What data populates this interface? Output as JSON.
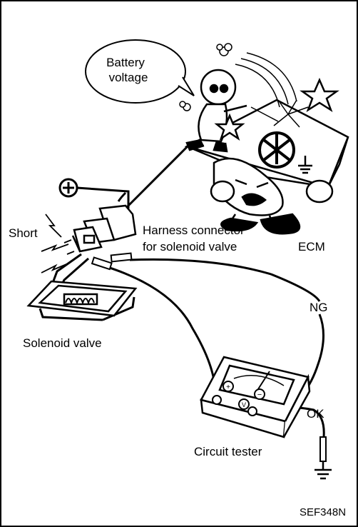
{
  "labels": {
    "speech_line1": "Battery",
    "speech_line2": "voltage",
    "short": "Short",
    "harness_line1": "Harness connector",
    "harness_line2": "for solenoid valve",
    "ecm": "ECM",
    "ng": "NG",
    "solenoid": "Solenoid valve",
    "ok": "OK",
    "tester": "Circuit tester",
    "figure_code": "SEF348N"
  },
  "tester_symbols": {
    "plus": "+",
    "volt": "V",
    "minus": "−"
  },
  "battery_symbol": "+"
}
